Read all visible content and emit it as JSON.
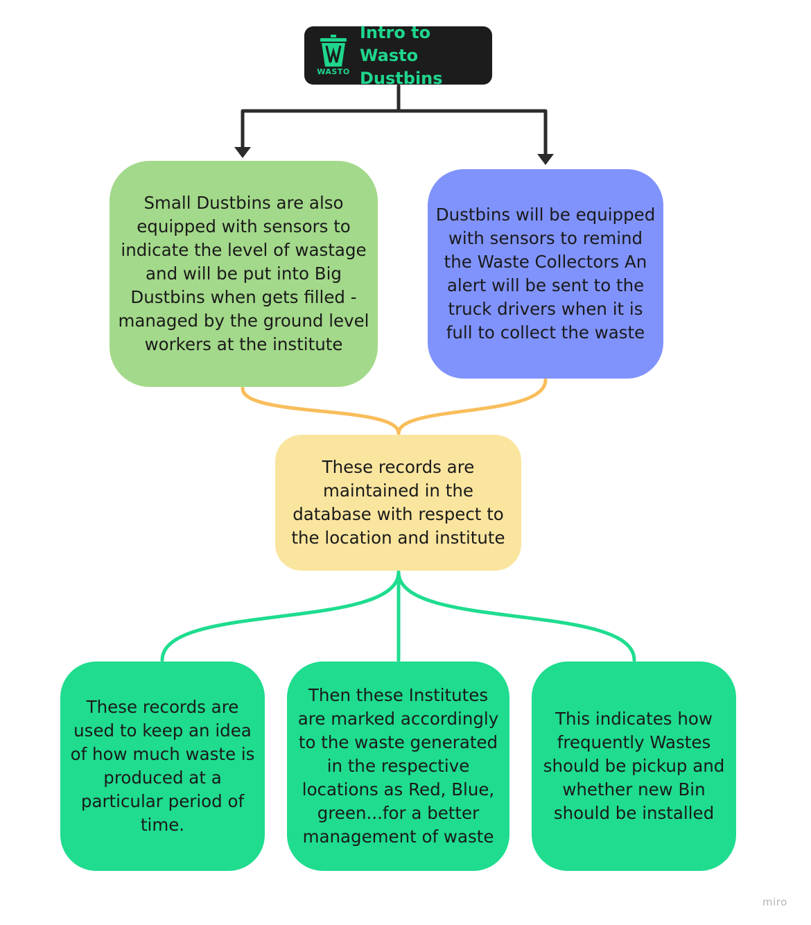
{
  "title_node": {
    "title": "Intro to Wasto Dustbins",
    "logo_text": "WASTO",
    "logo_icon": "dustbin-logo-icon",
    "background": "#1c1c1c",
    "text_color": "#1fd68d"
  },
  "nodes": {
    "small_dustbins": "Small Dustbins are also equipped with sensors to indicate the level of wastage and will be put into Big Dustbins when gets filled - managed by the ground level workers at the institute",
    "dustbins_sensors": "Dustbins will be equipped with sensors to remind the Waste Collectors An alert will be sent to the truck drivers when it is full to collect the waste",
    "records_db": "These records are maintained in the database with respect to the location and institute",
    "records_idea": "These records are used to keep an idea of how much waste is produced at a particular period of time.",
    "institutes_marked": "Then these Institutes are marked accordingly to the waste generated in the respective locations as Red, Blue, green...for a better management of waste",
    "pickup_frequency": "This indicates how frequently Wastes should be pickup and whether new Bin should be installed"
  },
  "colors": {
    "green_light": "#a3d98a",
    "blue": "#8093fd",
    "yellow": "#fae59f",
    "green": "#1fdc8f",
    "connector_dark": "#2b2b2b",
    "connector_orange": "#f9bd5b",
    "connector_green": "#1fdc8f"
  },
  "watermark": "miro"
}
